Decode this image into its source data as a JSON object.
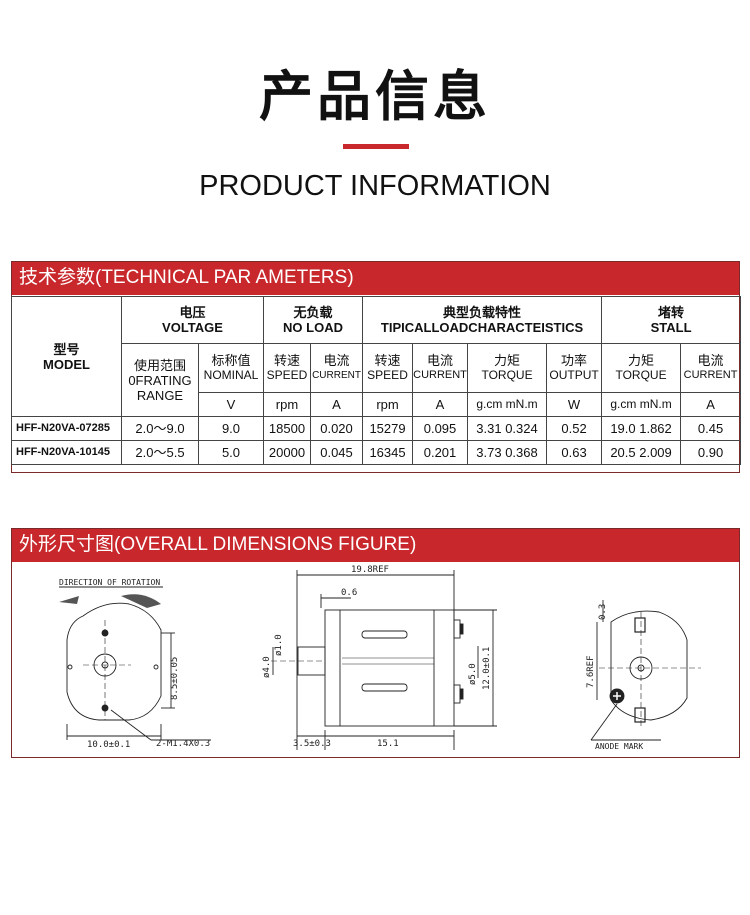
{
  "header": {
    "title_cn": "产品信息",
    "title_en": "PRODUCT INFORMATION"
  },
  "params": {
    "section_title": "技术参数(TECHNICAL PAR AMETERS)",
    "model_cn": "型号",
    "model_en": "MODEL",
    "voltage_cn": "电压",
    "voltage_en": "VOLTAGE",
    "noload_cn": "无负载",
    "noload_en": "NO LOAD",
    "typical_cn": "典型负载特性",
    "typical_en": "TIPICALLOADCHARACTEISTICS",
    "stall_cn": "堵转",
    "stall_en": "STALL",
    "range_cn": "使用范围",
    "range_en1": "0FRATING",
    "range_en2": "RANGE",
    "nominal_cn": "标称值",
    "nominal_en": "NOMINAL",
    "speed_cn": "转速",
    "speed_en": "SPEED",
    "current_cn": "电流",
    "current_en": "CURRENT",
    "torque_cn": "力矩",
    "torque_en": "TORQUE",
    "output_cn": "功率",
    "output_en": "OUTPUT",
    "unit_v": "V",
    "unit_rpm": "rpm",
    "unit_a": "A",
    "unit_torque": "g.cm mN.m",
    "unit_w": "W",
    "rows": [
      {
        "model": "HFF-N20VA-07285",
        "range": "2.0～9.0",
        "nominal": "9.0",
        "nl_speed": "18500",
        "nl_current": "0.020",
        "speed": "15279",
        "current": "0.095",
        "torque": "3.31  0.324",
        "output": "0.52",
        "stall_torque": "19.0  1.862",
        "stall_current": "0.45"
      },
      {
        "model": "HFF-N20VA-10145",
        "range": "2.0～5.5",
        "nominal": "5.0",
        "nl_speed": "20000",
        "nl_current": "0.045",
        "speed": "16345",
        "current": "0.201",
        "torque": "3.73  0.368",
        "output": "0.63",
        "stall_torque": "20.5  2.009",
        "stall_current": "0.90"
      }
    ]
  },
  "dimensions": {
    "section_title": "外形尺寸图(OVERALL DIMENSIONS FIGURE)",
    "direction_label": "DIRECTION OF ROTATION",
    "dim_85": "8.5±0.05",
    "dim_100": "10.0±0.1",
    "dim_screw": "2-M1.4X0.3",
    "dim_198": "19.8REF",
    "dim_06": "0.6",
    "dim_10": "ø1.0",
    "dim_40": "ø4.0",
    "dim_50": "ø5.0",
    "dim_120": "12.0±0.1",
    "dim_35": "3.5±0.3",
    "dim_151": "15.1",
    "dim_03": "0.3",
    "dim_76": "7.6REF",
    "anode_label": "ANODE MARK"
  },
  "colors": {
    "accent": "#c8282c"
  }
}
